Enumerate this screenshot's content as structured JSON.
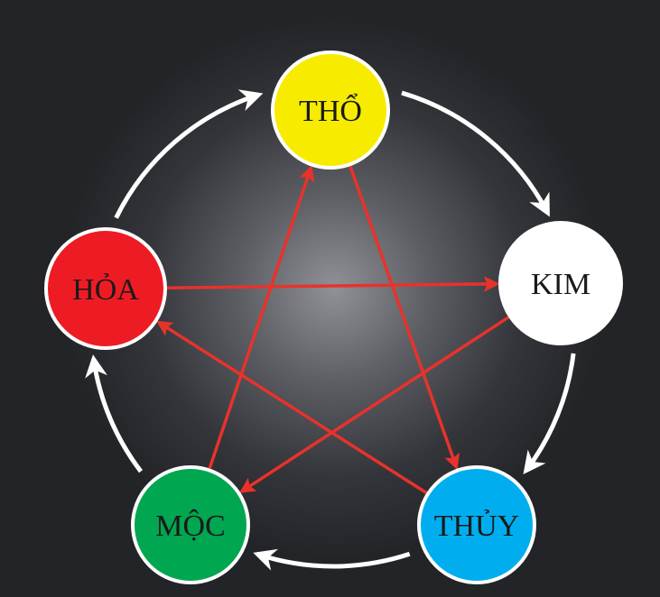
{
  "elements": [
    {
      "id": "tho",
      "label": "THỔ",
      "color": "#f7ec00",
      "text_color": "#1a1a1a"
    },
    {
      "id": "kim",
      "label": "KIM",
      "color": "#ffffff",
      "text_color": "#1a1a1a"
    },
    {
      "id": "thuy",
      "label": "THỦY",
      "color": "#00aeef",
      "text_color": "#1a1a1a"
    },
    {
      "id": "moc",
      "label": "MỘC",
      "color": "#00a650",
      "text_color": "#1a1a1a"
    },
    {
      "id": "hoa",
      "label": "HỎA",
      "color": "#ed1c24",
      "text_color": "#1a1a1a"
    }
  ],
  "generating_cycle": [
    {
      "from": "tho",
      "to": "kim"
    },
    {
      "from": "kim",
      "to": "thuy"
    },
    {
      "from": "thuy",
      "to": "moc"
    },
    {
      "from": "moc",
      "to": "hoa"
    },
    {
      "from": "hoa",
      "to": "tho"
    }
  ],
  "overcoming_cycle": [
    {
      "from": "tho",
      "to": "thuy"
    },
    {
      "from": "thuy",
      "to": "hoa"
    },
    {
      "from": "hoa",
      "to": "kim"
    },
    {
      "from": "kim",
      "to": "moc"
    },
    {
      "from": "moc",
      "to": "tho"
    }
  ],
  "colors": {
    "cycle_arrow": "#ffffff",
    "star_arrow": "#e8322b",
    "node_border": "#ffffff"
  }
}
